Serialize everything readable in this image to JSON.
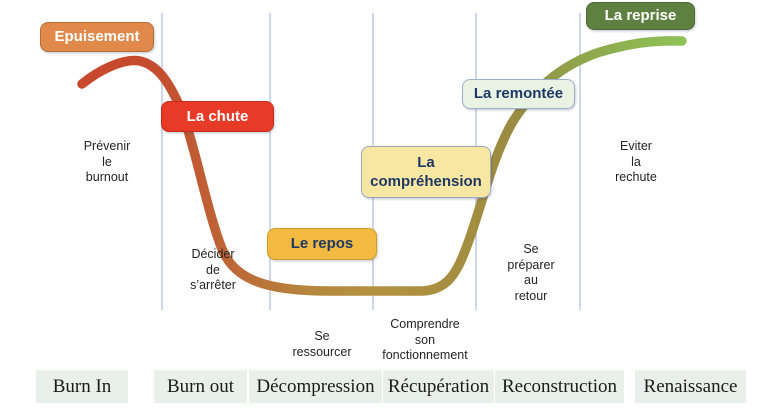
{
  "colors": {
    "background": "#ffffff",
    "divider_line": "#cdd7e9",
    "phase_strip_bg": "#e9efea",
    "phase_strip_text": "#1c1c1c",
    "annotation_text": "#242424"
  },
  "curve": {
    "description": "burnout-to-recovery curve, descends then rises",
    "gradient": [
      "#c8472d",
      "#c44e2f",
      "#bc6a37",
      "#b5873d",
      "#b2923f",
      "#a68e40",
      "#988c42",
      "#8fa84d",
      "#8dc257"
    ]
  },
  "badges": {
    "epuisement": {
      "label": "Epuisement",
      "bg": "#e0894a",
      "border": "#b4703c",
      "text": "#ffffff"
    },
    "chute": {
      "label": "La chute",
      "bg": "#e73b27",
      "border": "#c52c1b",
      "text": "#ffffff"
    },
    "repos": {
      "label": "Le repos",
      "bg": "#f2ba40",
      "border": "#cf9c30",
      "text": "#1f3864"
    },
    "comprehension": {
      "label": "La\ncompréhension",
      "bg": "#f8e7a3",
      "border": "#99a9c5",
      "text": "#1f3864"
    },
    "remontee": {
      "label": "La remontée",
      "bg": "#e9f3e4",
      "border": "#9db1ca",
      "text": "#1f3864"
    },
    "reprise": {
      "label": "La reprise",
      "bg": "#5e8142",
      "border": "#4d6b36",
      "text": "#ffffff"
    }
  },
  "annotations": {
    "prevenir": "Prévenir\nle\nburnout",
    "decider": "Décider\nde\ns’arrêter",
    "ressourcer": "Se\nressourcer",
    "comprendre": "Comprendre\nson\nfonctionnement",
    "preparer": "Se\npréparer\nau\nretour",
    "eviter": "Eviter\nla\nrechute"
  },
  "phases": [
    {
      "label": "Burn In"
    },
    {
      "label": "Burn out"
    },
    {
      "label": "Décompression"
    },
    {
      "label": "Récupération"
    },
    {
      "label": "Reconstruction"
    },
    {
      "label": "Renaissance"
    }
  ]
}
